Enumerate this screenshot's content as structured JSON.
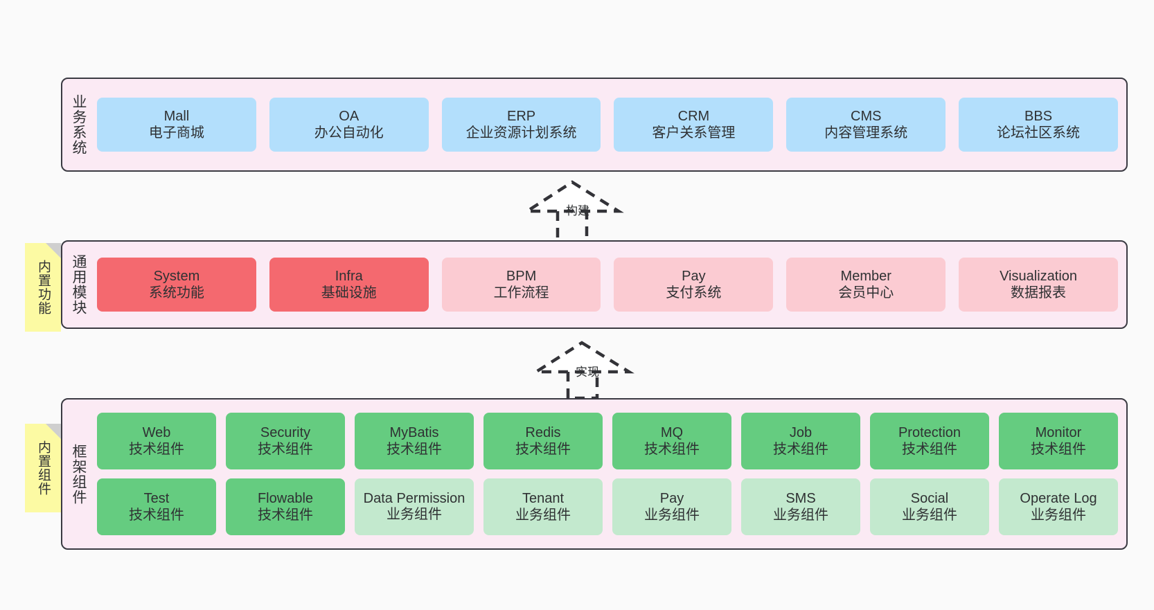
{
  "diagram": {
    "background_color": "#fafafa",
    "layer_fill": "#fbeaf4",
    "layer_border": "#3a3a42",
    "note_color": "#fcfaa3"
  },
  "notes": [
    {
      "id": "builtin-function",
      "label": "内置功能"
    },
    {
      "id": "builtin-component",
      "label": "内置组件"
    }
  ],
  "connectors": [
    {
      "id": "build",
      "label": "构建",
      "style": "dashed-hollow-triangle"
    },
    {
      "id": "implement",
      "label": "实现",
      "style": "dashed-hollow-triangle"
    }
  ],
  "layers": [
    {
      "id": "business-system",
      "title": "业务系统",
      "rows": [
        {
          "cells": [
            {
              "name": "Mall",
              "desc": "电子商城",
              "color": "#b3dffc",
              "variant": "c-blue"
            },
            {
              "name": "OA",
              "desc": "办公自动化",
              "color": "#b3dffc",
              "variant": "c-blue"
            },
            {
              "name": "ERP",
              "desc": "企业资源计划系统",
              "color": "#b3dffc",
              "variant": "c-blue"
            },
            {
              "name": "CRM",
              "desc": "客户关系管理",
              "color": "#b3dffc",
              "variant": "c-blue"
            },
            {
              "name": "CMS",
              "desc": "内容管理系统",
              "color": "#b3dffc",
              "variant": "c-blue"
            },
            {
              "name": "BBS",
              "desc": "论坛社区系统",
              "color": "#b3dffc",
              "variant": "c-blue"
            }
          ]
        }
      ]
    },
    {
      "id": "common-module",
      "title": "通用模块",
      "rows": [
        {
          "cells": [
            {
              "name": "System",
              "desc": "系统功能",
              "color": "#f4696f",
              "variant": "c-red"
            },
            {
              "name": "Infra",
              "desc": "基础设施",
              "color": "#f4696f",
              "variant": "c-red"
            },
            {
              "name": "BPM",
              "desc": "工作流程",
              "color": "#fbcbd2",
              "variant": "c-pink"
            },
            {
              "name": "Pay",
              "desc": "支付系统",
              "color": "#fbcbd2",
              "variant": "c-pink"
            },
            {
              "name": "Member",
              "desc": "会员中心",
              "color": "#fbcbd2",
              "variant": "c-pink"
            },
            {
              "name": "Visualization",
              "desc": "数据报表",
              "color": "#fbcbd2",
              "variant": "c-pink"
            }
          ]
        }
      ]
    },
    {
      "id": "framework-component",
      "title": "框架组件",
      "rows": [
        {
          "cells": [
            {
              "name": "Web",
              "desc": "技术组件",
              "color": "#65cc80",
              "variant": "c-green"
            },
            {
              "name": "Security",
              "desc": "技术组件",
              "color": "#65cc80",
              "variant": "c-green"
            },
            {
              "name": "MyBatis",
              "desc": "技术组件",
              "color": "#65cc80",
              "variant": "c-green"
            },
            {
              "name": "Redis",
              "desc": "技术组件",
              "color": "#65cc80",
              "variant": "c-green"
            },
            {
              "name": "MQ",
              "desc": "技术组件",
              "color": "#65cc80",
              "variant": "c-green"
            },
            {
              "name": "Job",
              "desc": "技术组件",
              "color": "#65cc80",
              "variant": "c-green"
            },
            {
              "name": "Protection",
              "desc": "技术组件",
              "color": "#65cc80",
              "variant": "c-green"
            },
            {
              "name": "Monitor",
              "desc": "技术组件",
              "color": "#65cc80",
              "variant": "c-green"
            }
          ]
        },
        {
          "cells": [
            {
              "name": "Test",
              "desc": "技术组件",
              "color": "#65cc80",
              "variant": "c-green"
            },
            {
              "name": "Flowable",
              "desc": "技术组件",
              "color": "#65cc80",
              "variant": "c-green"
            },
            {
              "name": "Data Permission",
              "desc": "业务组件",
              "color": "#c3e9ce",
              "variant": "c-lightgreen"
            },
            {
              "name": "Tenant",
              "desc": "业务组件",
              "color": "#c3e9ce",
              "variant": "c-lightgreen"
            },
            {
              "name": "Pay",
              "desc": "业务组件",
              "color": "#c3e9ce",
              "variant": "c-lightgreen"
            },
            {
              "name": "SMS",
              "desc": "业务组件",
              "color": "#c3e9ce",
              "variant": "c-lightgreen"
            },
            {
              "name": "Social",
              "desc": "业务组件",
              "color": "#c3e9ce",
              "variant": "c-lightgreen"
            },
            {
              "name": "Operate Log",
              "desc": "业务组件",
              "color": "#c3e9ce",
              "variant": "c-lightgreen"
            }
          ]
        }
      ]
    }
  ]
}
